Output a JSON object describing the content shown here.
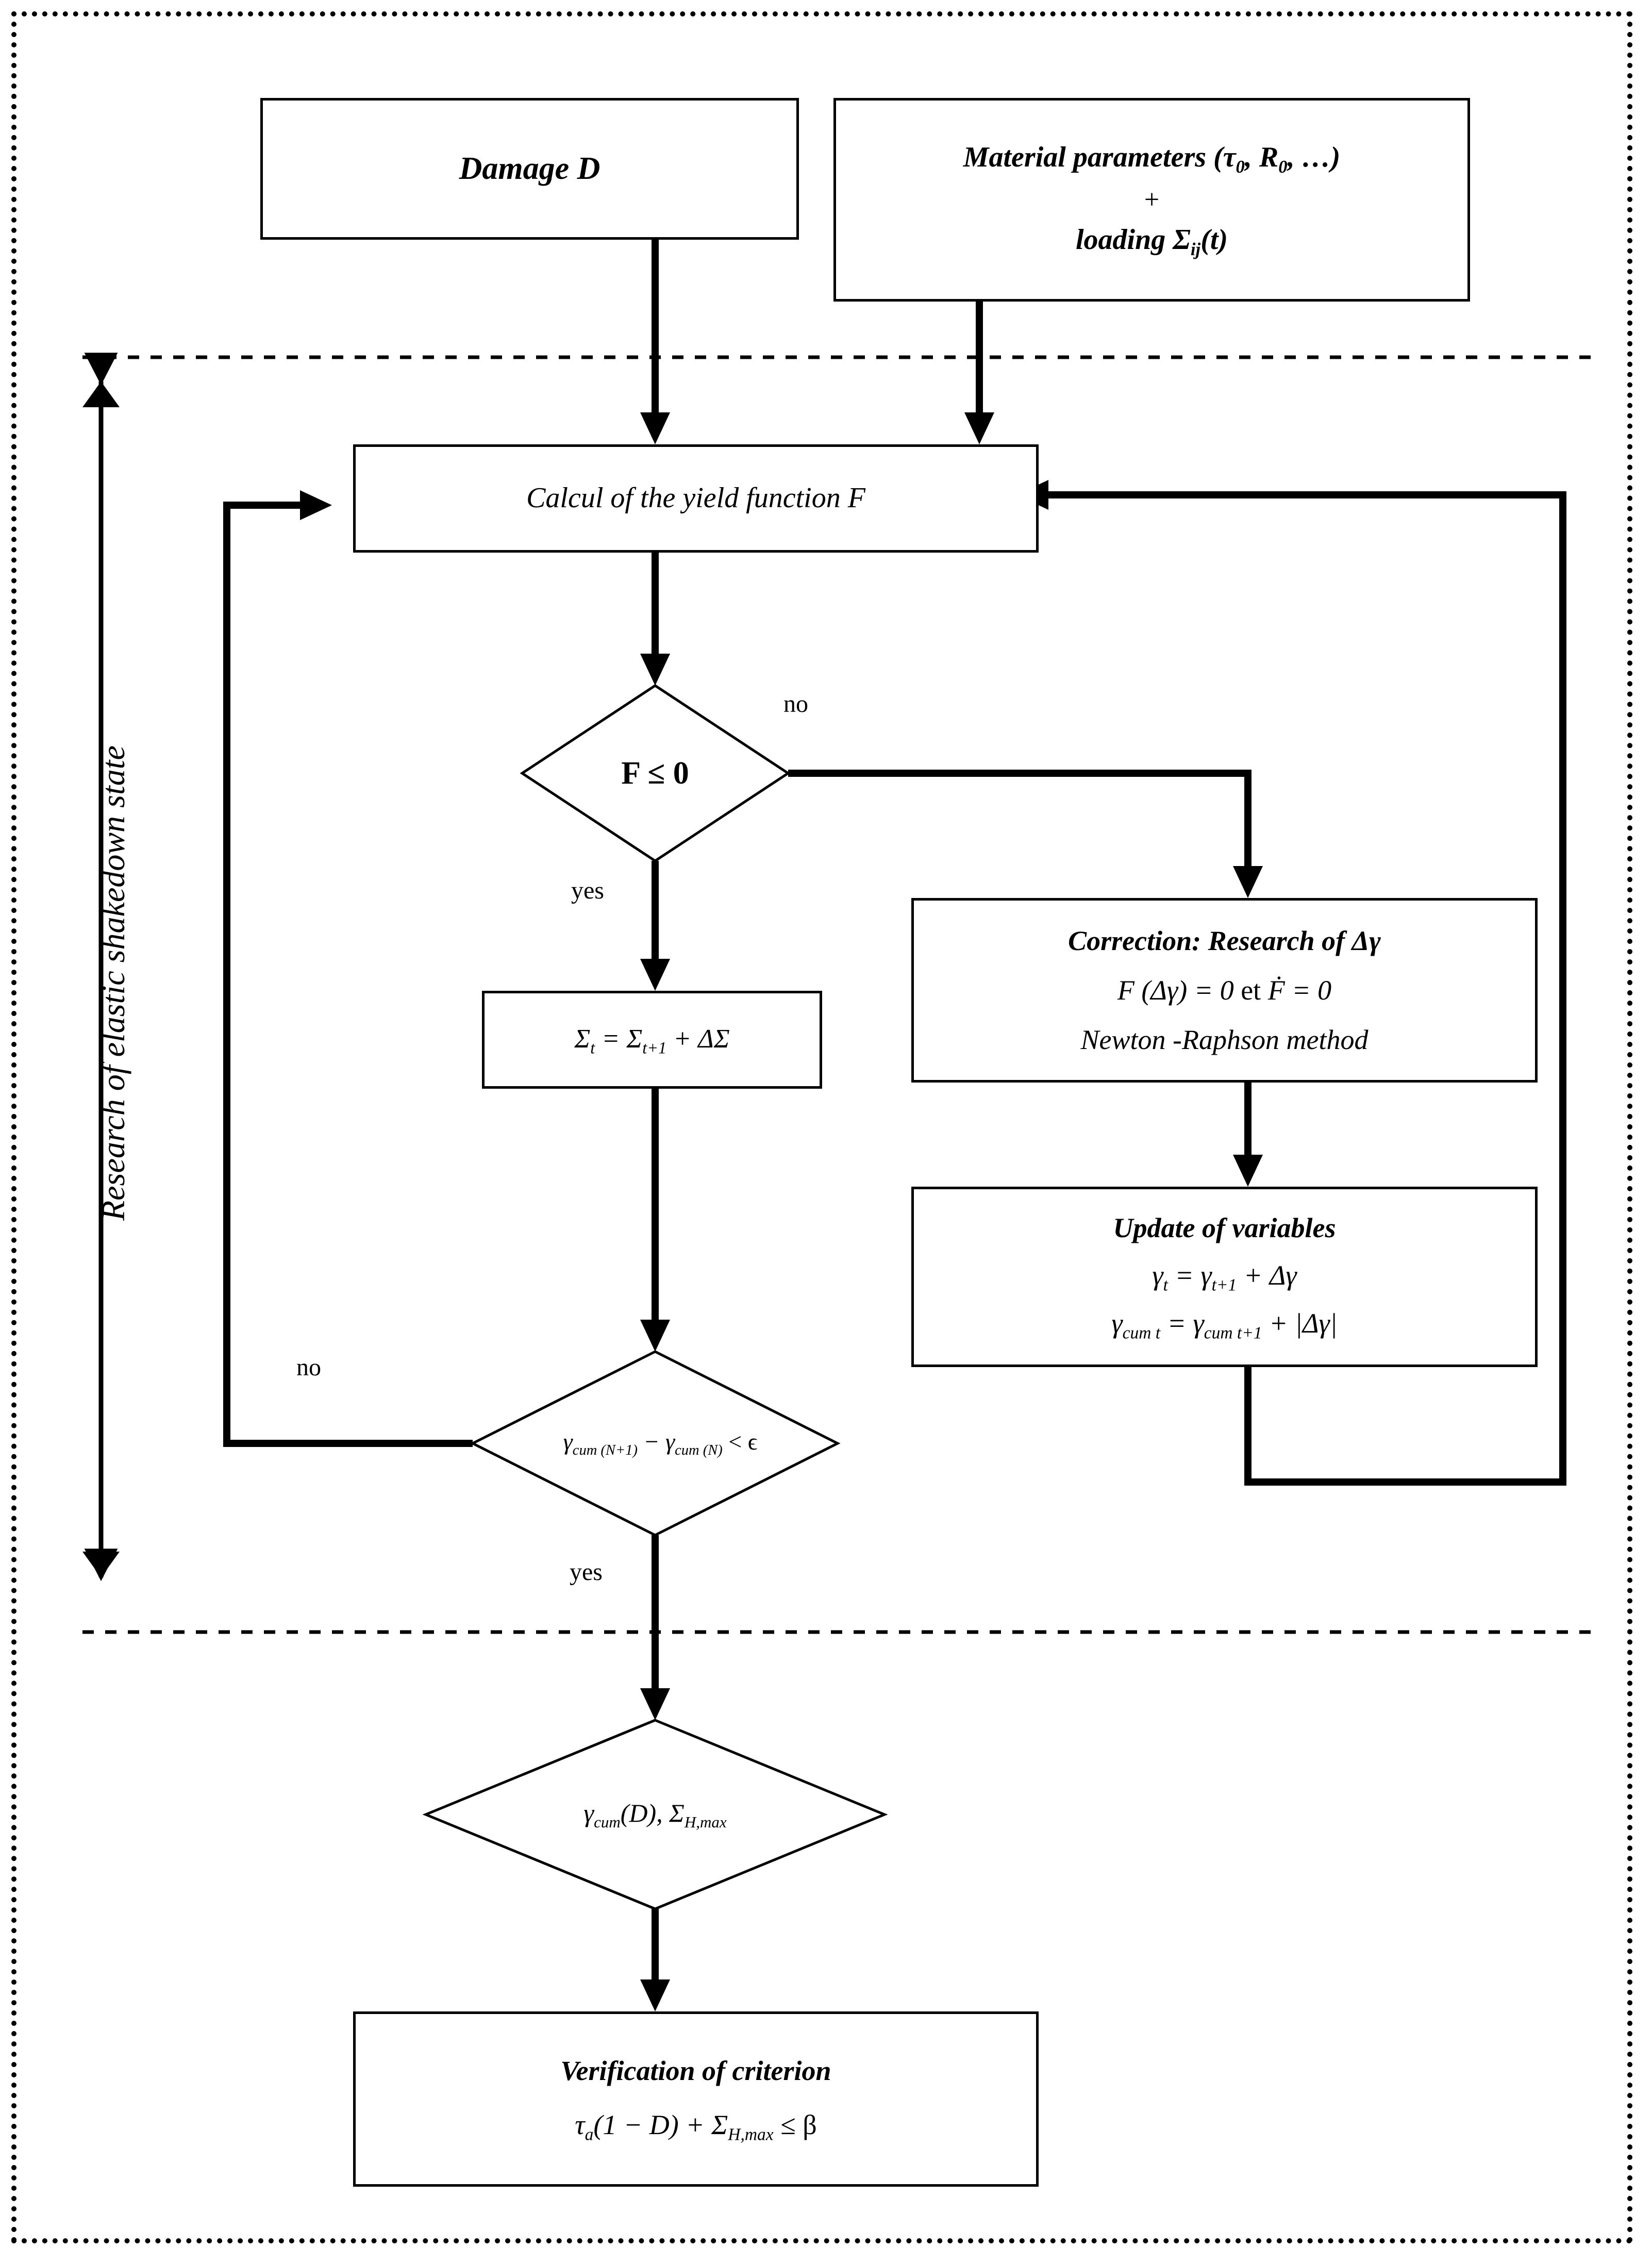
{
  "figure": {
    "type": "flowchart",
    "title_vertical_label": "Research of elastic shakedown state",
    "border_style": "dotted",
    "accent_color": "#000000",
    "background_color": "#ffffff",
    "section_dividers": 2
  },
  "nodes": {
    "damage": {
      "shape": "rectangle",
      "lines": [
        "Damage D"
      ]
    },
    "material": {
      "shape": "rectangle",
      "lines": [
        "Material parameters (τ₀,  R₀, …)",
        "+",
        "loading Σᵢⱼ(t)"
      ],
      "line1_main": "Material parameters (",
      "line1_sub1": "τ",
      "line1_sub1_idx": "0",
      "line1_mid": ",   ",
      "line1_sub2": "R",
      "line1_sub2_idx": "0",
      "line1_tail": ", …)",
      "plus": "+",
      "line3_main": "loading Σ",
      "line3_idx": "ij",
      "line3_tail": "(t)"
    },
    "calcul": {
      "shape": "rectangle",
      "lines": [
        "Calcul of the yield function F"
      ]
    },
    "f_test": {
      "shape": "diamond",
      "lines": [
        "F ≤ 0"
      ]
    },
    "sigma_update": {
      "shape": "rectangle",
      "eq_a": "Σ",
      "eq_a_idx": "t",
      "eq_mid": " = Σ",
      "eq_b_idx": "t+1",
      "eq_tail": " + ΔΣ"
    },
    "correction": {
      "shape": "rectangle",
      "line1": "Correction: Research of Δγ",
      "line2": "F (Δγ) = 0 et  Ḟ = 0",
      "line2_a": "F (Δγ) = 0 ",
      "line2_et": "et",
      "line2_b": "  Ḟ = 0",
      "line3": "Newton -Raphson method"
    },
    "update_vars": {
      "shape": "rectangle",
      "line1": "Update of variables",
      "eq1_a": "γ",
      "eq1_a_idx": "t",
      "eq1_mid": " = γ",
      "eq1_b_idx": "t+1",
      "eq1_tail": " + Δγ",
      "eq2_a": "γ",
      "eq2_a_idx": "cum t",
      "eq2_mid": " = γ",
      "eq2_b_idx": "cum t+1",
      "eq2_tail": " + |Δγ|"
    },
    "converge_test": {
      "shape": "diamond",
      "eq_a": "γ",
      "eq_a_idx": "cum (N+1)",
      "eq_minus": " − γ",
      "eq_b_idx": "cum (N)",
      "eq_tail": " < ϵ"
    },
    "outputs": {
      "shape": "diamond",
      "eq_a": "γ",
      "eq_a_idx": "cum",
      "eq_mid": "(D), Σ",
      "eq_b_idx": "H,max"
    },
    "verification": {
      "shape": "rectangle",
      "line1": "Verification  of criterion",
      "eq_a": "τ",
      "eq_a_idx": "a",
      "eq_mid": "(1 − D) + Σ",
      "eq_b_idx": "H,max",
      "eq_tail": "  ≤ β"
    }
  },
  "edge_labels": {
    "f_no": "no",
    "f_yes": "yes",
    "converge_no": "no",
    "converge_yes": "yes"
  }
}
